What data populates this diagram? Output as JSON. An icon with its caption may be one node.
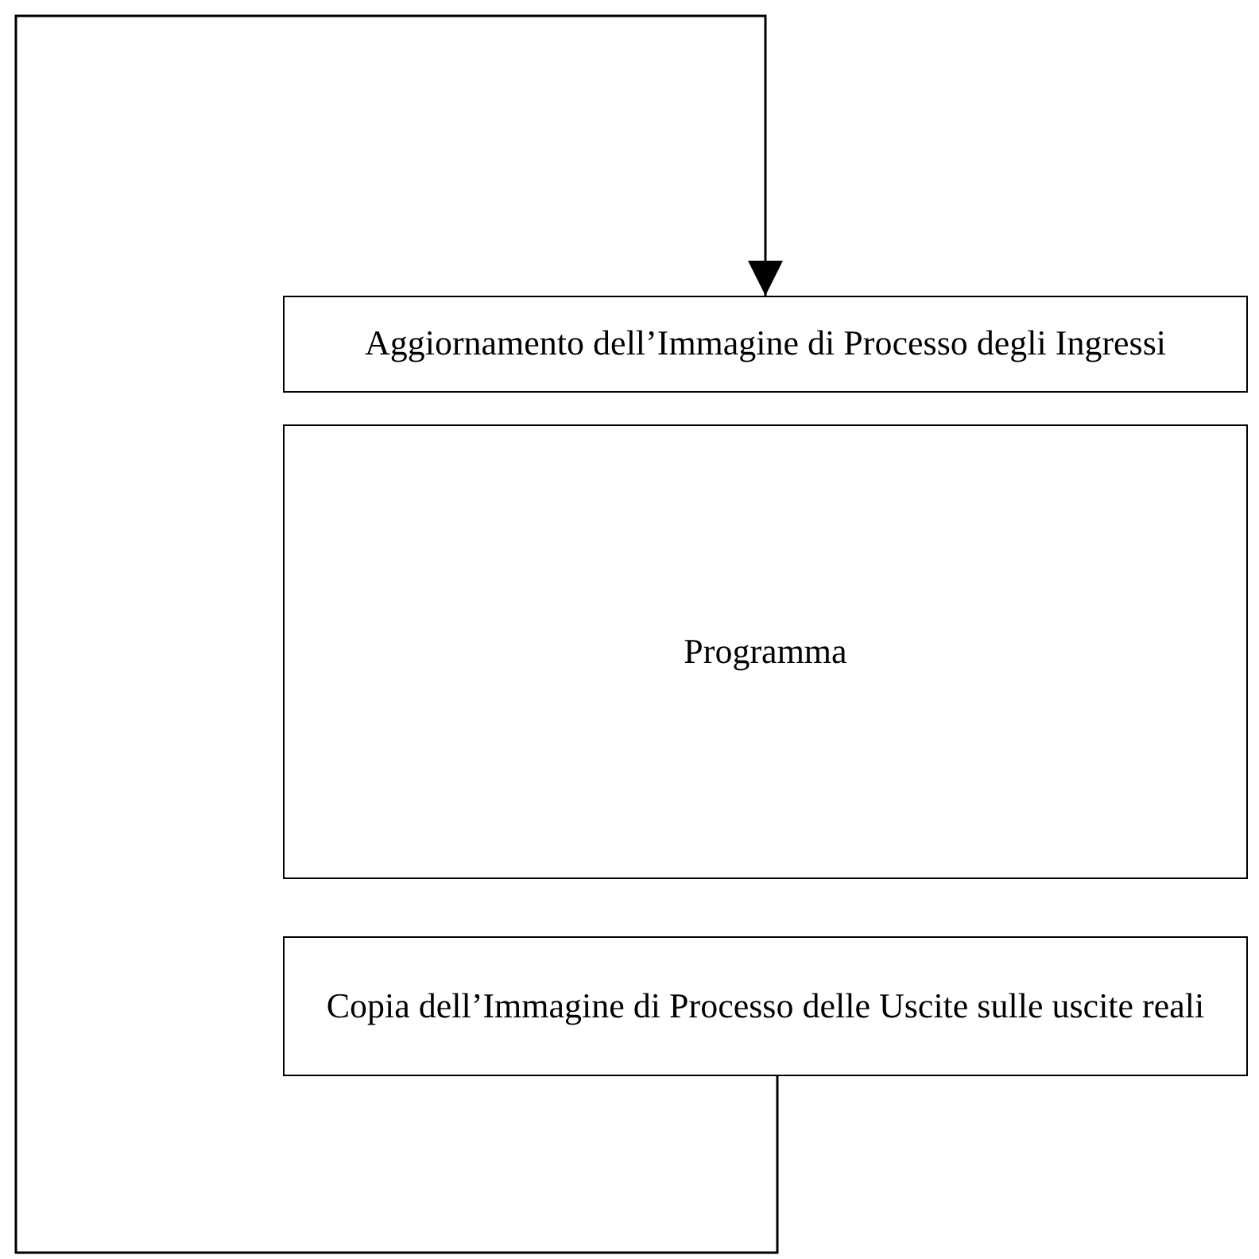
{
  "diagram": {
    "nodes": [
      {
        "text": [
          "Aggiornamento dell’Immagine di Processo degli Ingressi"
        ]
      },
      {
        "text": [
          "Programma"
        ]
      },
      {
        "text": [
          "Copia dell’Immagine di Processo delle Uscite sulle uscite reali"
        ]
      }
    ],
    "edges": [
      {
        "from": 2,
        "to": 0,
        "arrow": "to"
      }
    ]
  }
}
